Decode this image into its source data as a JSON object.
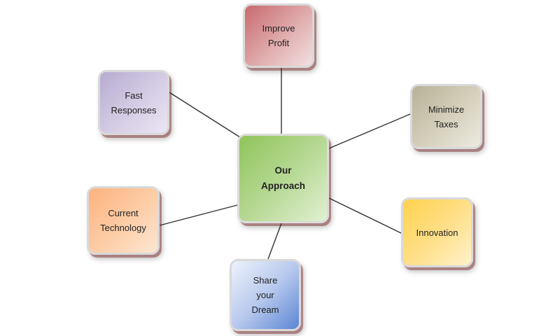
{
  "diagram": {
    "center": {
      "label": "Our\nApproach",
      "color": "#9bc86a"
    },
    "nodes": [
      {
        "key": "improve_profit",
        "label": "Improve\nProfit",
        "color": "#d47f83"
      },
      {
        "key": "minimize_taxes",
        "label": "Minimize\nTaxes",
        "color": "#c4bea5"
      },
      {
        "key": "innovation",
        "label": "Innovation",
        "color": "#ffd966"
      },
      {
        "key": "share_your_dream",
        "label": "Share\nyour\nDream",
        "color": "#8eaadb"
      },
      {
        "key": "current_technology",
        "label": "Current\nTechnology",
        "color": "#fdc39a"
      },
      {
        "key": "fast_responses",
        "label": "Fast\nResponses",
        "color": "#c9bfdc"
      }
    ],
    "connector_color": "#333333"
  }
}
